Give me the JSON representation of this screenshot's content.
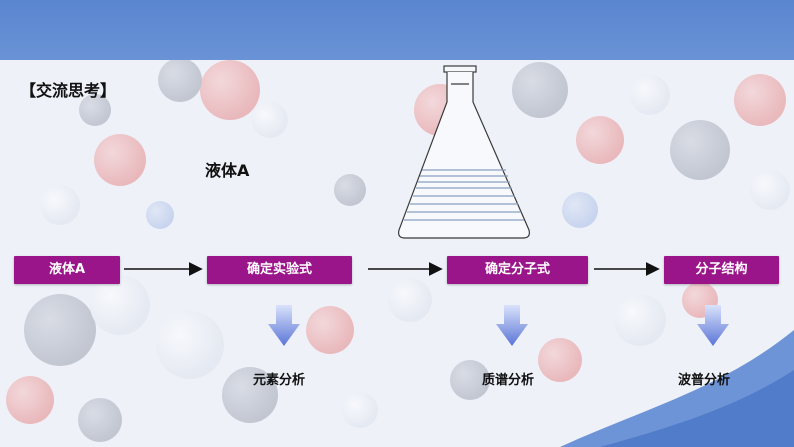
{
  "heading": "【交流思考】",
  "liquid_label": "液体A",
  "steps": [
    "液体A",
    "确定实验式",
    "确定分子式",
    "分子结构"
  ],
  "methods": [
    "元素分析",
    "质谱分析",
    "波普分析"
  ],
  "colors": {
    "step_fill": "#9a148a",
    "top_bar": "#5a86d0",
    "down_arrow": "#5b75d6"
  }
}
